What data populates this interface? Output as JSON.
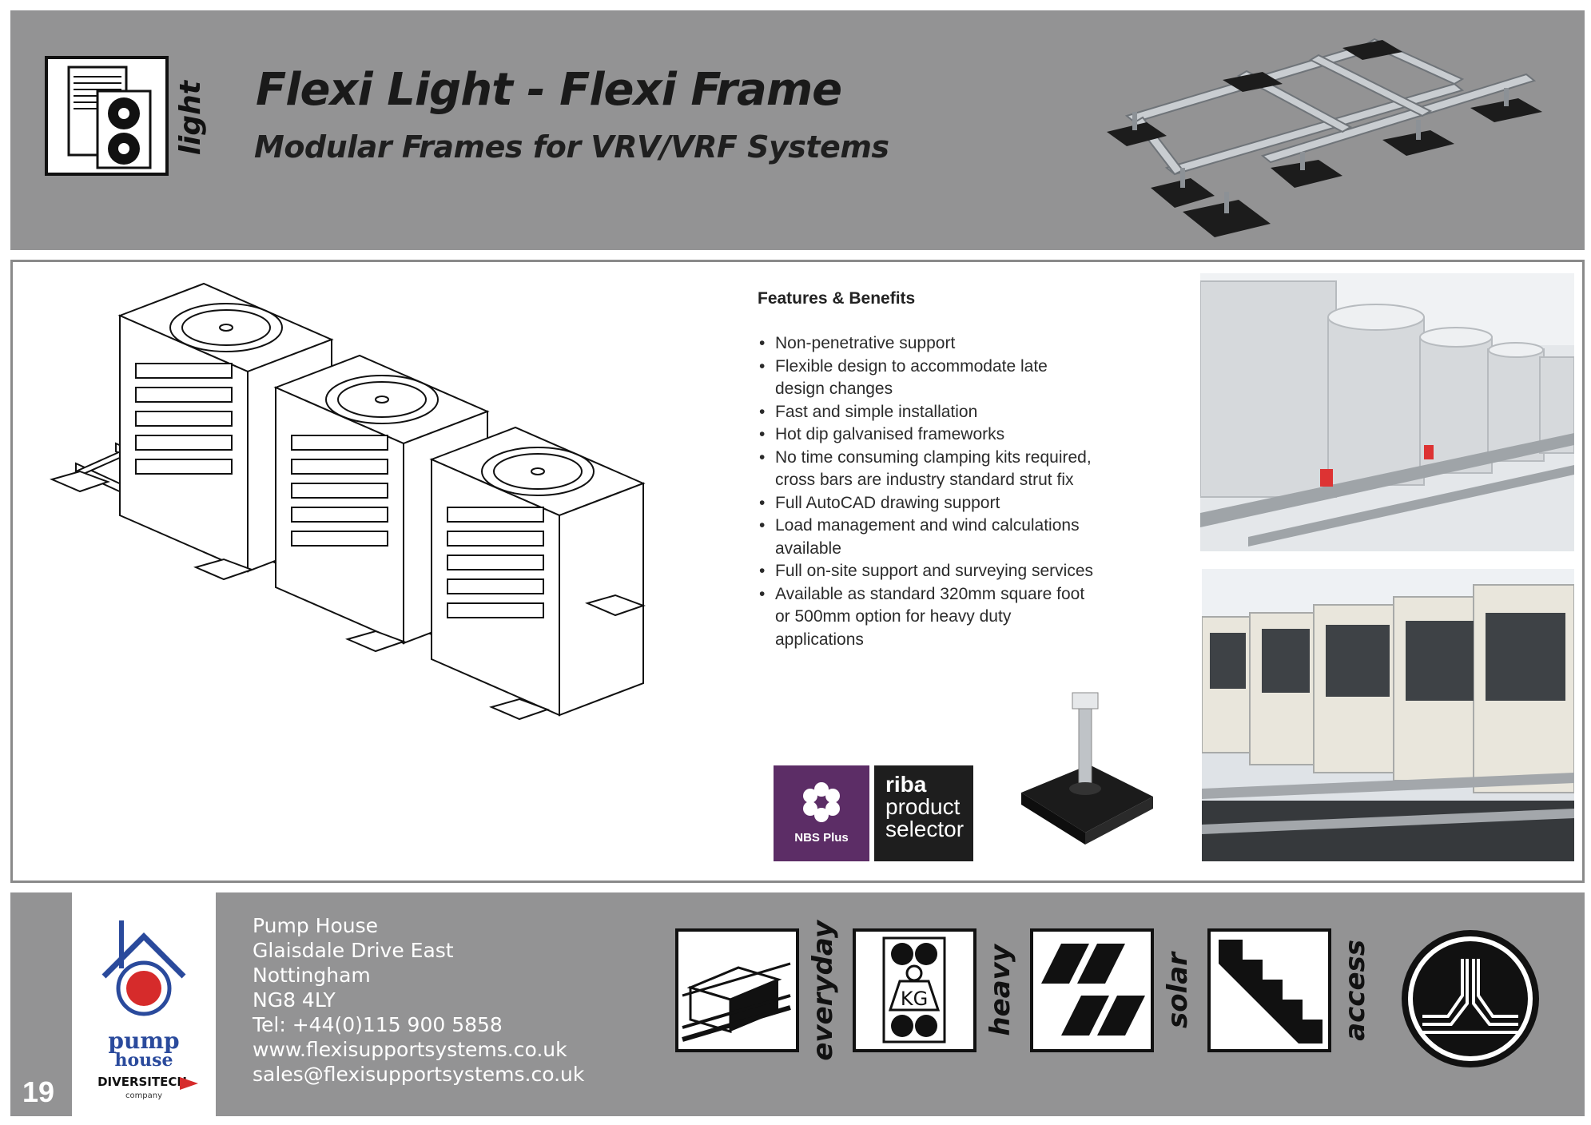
{
  "header": {
    "title": "Flexi Light - Flexi Frame",
    "subtitle": "Modular Frames for VRV/VRF Systems",
    "range_label": "light"
  },
  "features": {
    "heading": "Features & Benefits",
    "items": [
      "Non-penetrative support",
      "Flexible design to accommodate late design changes",
      "Fast and simple installation",
      "Hot dip galvanised frameworks",
      "No time consuming clamping kits required, cross bars are industry standard strut fix",
      "Full AutoCAD drawing support",
      "Load management and wind calculations available",
      "Full on-site support and surveying services",
      "Available as standard 320mm square foot or 500mm option for heavy duty applications"
    ]
  },
  "badges": {
    "nbs": "NBS Plus",
    "riba_line1": "riba",
    "riba_line2": "product",
    "riba_line3": "selector"
  },
  "footer": {
    "page_number": "19",
    "logo_text_1": "pump",
    "logo_text_2": "house",
    "logo_text_3": "DIVERSITECH",
    "logo_text_4": "company",
    "address": [
      "Pump House",
      "Glaisdale Drive East",
      "Nottingham",
      "NG8 4LY",
      "Tel: +44(0)115 900 5858",
      "www.flexisupportsystems.co.uk",
      "sales@flexisupportsystems.co.uk"
    ],
    "categories": [
      "everyday",
      "heavy",
      "solar",
      "access"
    ],
    "kg_label": "KG"
  },
  "colors": {
    "band_grey": "#939394",
    "nbs_purple": "#5c2d66",
    "riba_black": "#1e1e1e",
    "logo_red": "#d62b2b",
    "logo_blue": "#2a4a9c"
  },
  "icons": [
    "air-conditioner-icon",
    "flexi-frame-image",
    "fan-unit-drawing",
    "rubber-foot-image",
    "everyday-icon",
    "heavy-icon",
    "solar-icon",
    "access-icon",
    "access-logo-icon"
  ]
}
